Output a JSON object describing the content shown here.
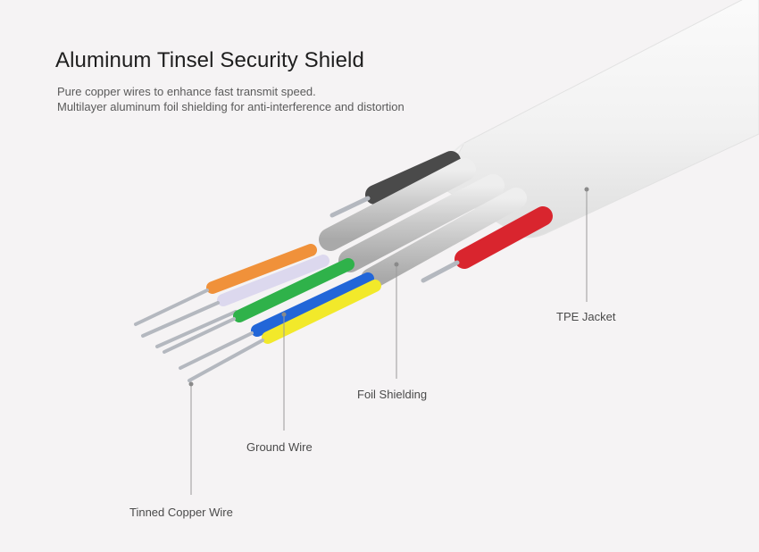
{
  "heading": {
    "title": "Aluminum Tinsel Security Shield",
    "line1": "Pure copper wires to enhance fast transmit speed.",
    "line2": "Multilayer aluminum foil shielding for anti-interference and distortion"
  },
  "callouts": {
    "tpe_jacket": "TPE Jacket",
    "foil_shielding": "Foil Shielding",
    "ground_wire": "Ground Wire",
    "tinned_copper_wire": "Tinned Copper Wire"
  },
  "colors": {
    "background": "#f5f3f4",
    "jacket": "#ffffff",
    "black_wire": "#4a4a4a",
    "red_wire": "#d9252e",
    "orange_wire": "#f0913a",
    "lavender_wire": "#dcd8ee",
    "green_wire": "#2fb24a",
    "blue_wire": "#2266d8",
    "yellow_wire": "#f2e92a",
    "foil": "#cfcfcf",
    "copper_strand": "#b4b8bf"
  }
}
